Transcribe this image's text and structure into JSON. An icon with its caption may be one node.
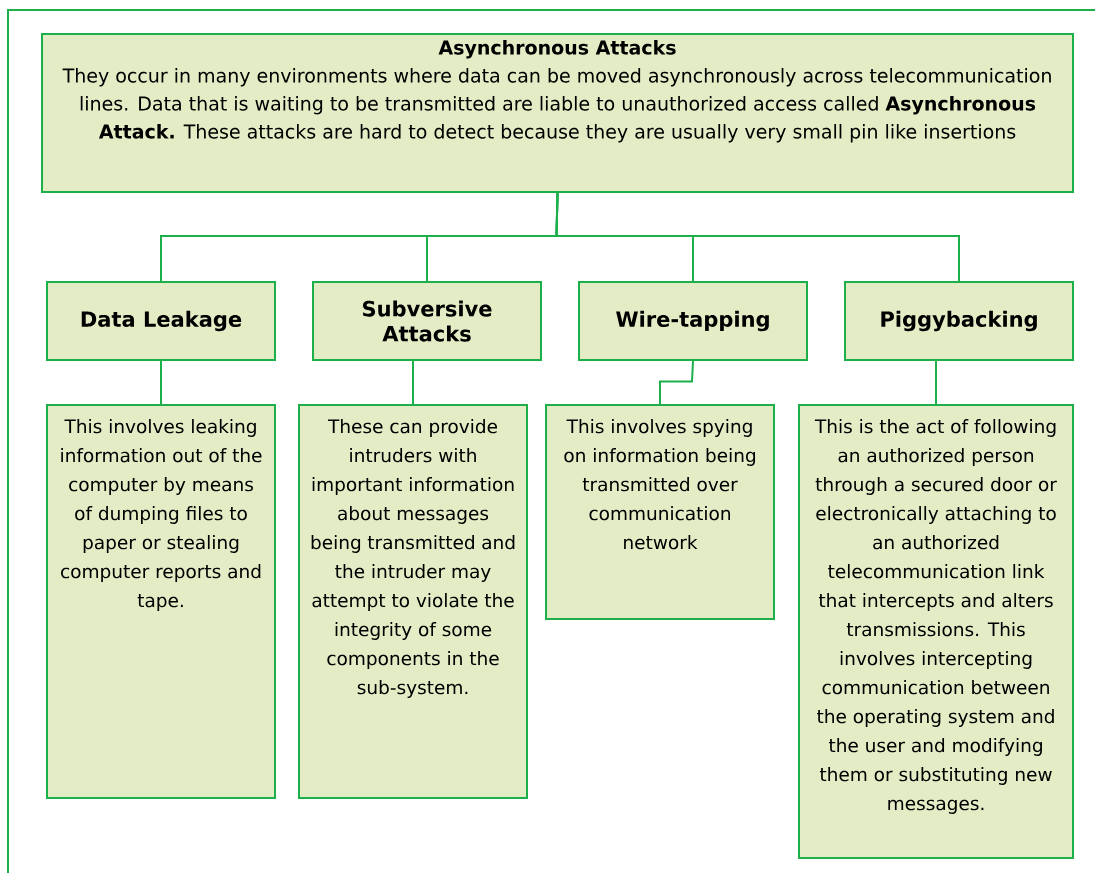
{
  "diagram": {
    "nodes": [
      {
        "text": [
          "Asynchronous Attacks",
          "They occur in many environments where data can be moved asynchronously across telecommunication lines. Data that is waiting to be transmitted are liable to unauthorized access called **Asynchronous Attack.** These attacks are hard to detect because they are usually very small pin like insertions"
        ]
      },
      {
        "text": [
          "Data Leakage"
        ]
      },
      {
        "text": [
          "Subversive Attacks"
        ]
      },
      {
        "text": [
          "Wire-tapping"
        ]
      },
      {
        "text": [
          "Piggybacking"
        ]
      },
      {
        "text": [
          "This involves leaking information out of the computer by means of dumping files to paper or stealing computer reports and tape."
        ]
      },
      {
        "text": [
          "These can provide intruders with important information about messages being transmitted and the intruder may attempt to violate the integrity of some components in the sub-system."
        ]
      },
      {
        "text": [
          "This involves spying on information being transmitted over communication network"
        ]
      },
      {
        "text": [
          "This is the act of following an authorized person through a secured door or electronically attaching to an authorized telecommunication link that intercepts and alters transmissions. This involves intercepting communication between the operating system and the user and modifying them or substituting new messages."
        ]
      }
    ],
    "edges": [
      {
        "from": 0,
        "to": 1,
        "arrow": "none"
      },
      {
        "from": 0,
        "to": 2,
        "arrow": "none"
      },
      {
        "from": 0,
        "to": 3,
        "arrow": "none"
      },
      {
        "from": 0,
        "to": 4,
        "arrow": "none"
      },
      {
        "from": 1,
        "to": 5,
        "arrow": "none"
      },
      {
        "from": 2,
        "to": 6,
        "arrow": "none"
      },
      {
        "from": 3,
        "to": 7,
        "arrow": "none"
      },
      {
        "from": 4,
        "to": 8,
        "arrow": "none"
      }
    ]
  }
}
